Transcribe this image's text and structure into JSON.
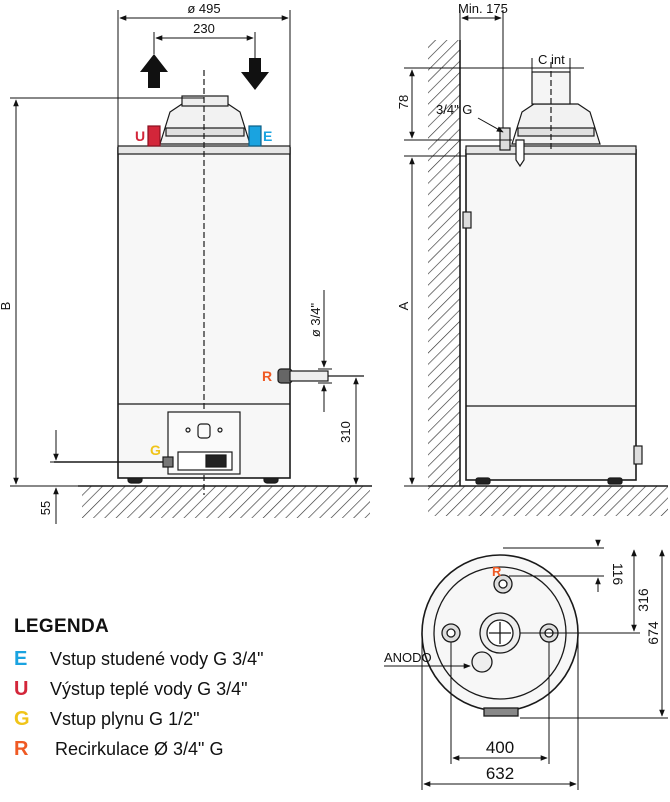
{
  "front_view": {
    "diameter_label": "ø 495",
    "pipe_spacing_label": "230",
    "height_b_label": "B",
    "recirc_diameter_label": "ø 3/4\"",
    "recirc_height_label": "310",
    "base_height_label": "55",
    "marker_u": "U",
    "marker_e": "E",
    "marker_r": "R",
    "marker_g": "G"
  },
  "side_view": {
    "min_clearance_label": "Min. 175",
    "flue_label": "C int",
    "connection_label": "3/4\" G",
    "top_height_label": "78",
    "height_a_label": "A"
  },
  "top_view": {
    "marker_r": "R",
    "anode_label": "ANODO",
    "dim_116": "116",
    "dim_316": "316",
    "dim_674": "674",
    "dim_400": "400",
    "dim_632": "632"
  },
  "legend": {
    "title": "LEGENDA",
    "items": [
      {
        "code": "E",
        "text": "Vstup studené vody G 3/4\"",
        "color": "#1aa3e0"
      },
      {
        "code": "U",
        "text": "Výstup teplé vody G 3/4\"",
        "color": "#d3263a"
      },
      {
        "code": "G",
        "text": "Vstup plynu G 1/2\"",
        "color": "#f0c419"
      },
      {
        "code": "R",
        "text": " Recirkulace Ø 3/4\" G",
        "color": "#ef5a24"
      }
    ]
  },
  "colors": {
    "line": "#1a1a1a",
    "body_fill": "#f7f7f7",
    "cold": "#1aa3e0",
    "hot": "#d3263a",
    "gas": "#f0c419",
    "recirc": "#ef5a24"
  }
}
